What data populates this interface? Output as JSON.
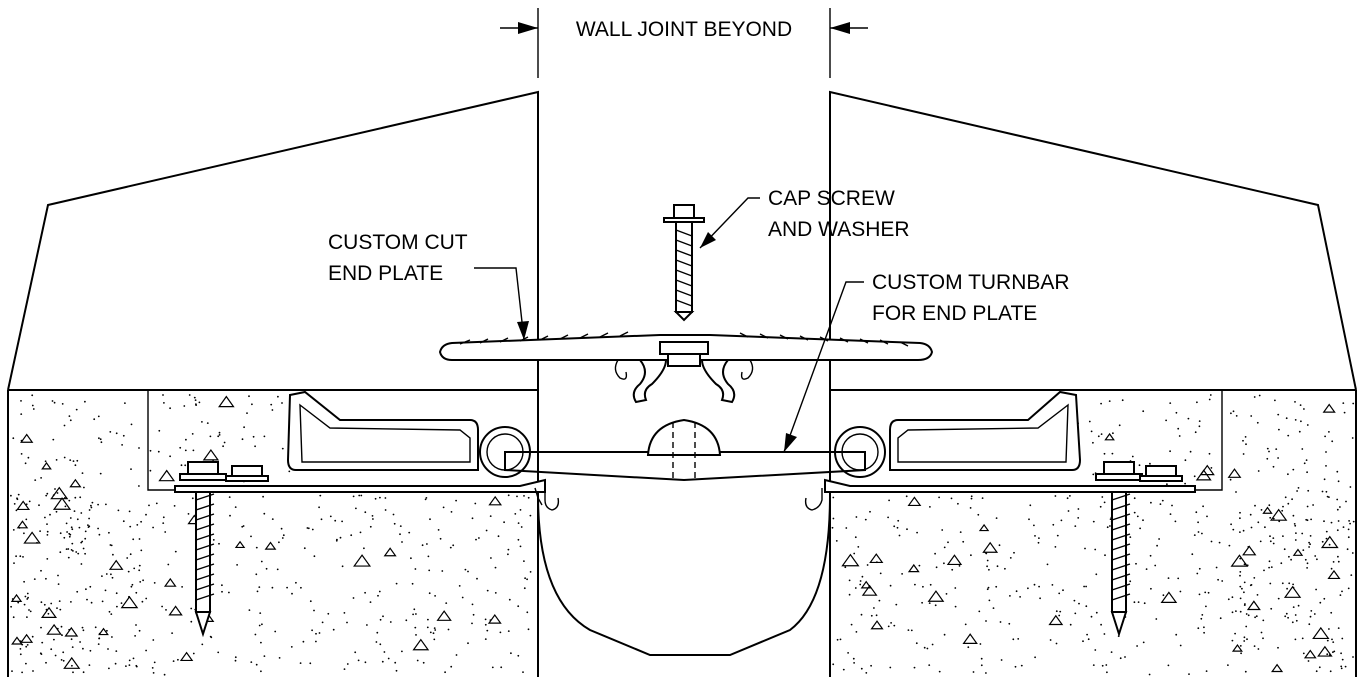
{
  "labels": {
    "wall_joint": "WALL JOINT BEYOND",
    "cap_screw_1": "CAP SCREW",
    "cap_screw_2": "AND WASHER",
    "custom_cut_1": "CUSTOM CUT",
    "custom_cut_2": "END PLATE",
    "turnbar_1": "CUSTOM TURNBAR",
    "turnbar_2": "FOR END PLATE"
  }
}
